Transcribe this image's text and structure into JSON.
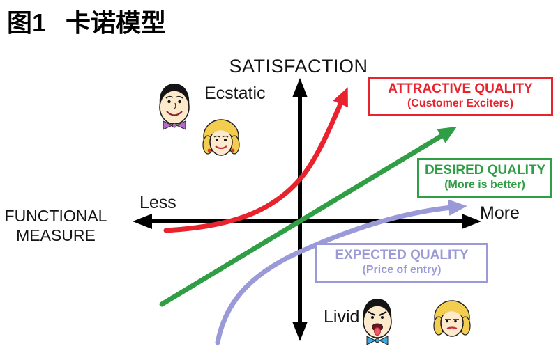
{
  "page": {
    "figure_label": "图1",
    "figure_title": "卡诺模型"
  },
  "diagram": {
    "satisfaction_axis": "SATISFACTION",
    "functional_axis_line1": "FUNCTIONAL",
    "functional_axis_line2": "MEASURE",
    "less": "Less",
    "more": "More",
    "ecstatic": "Ecstatic",
    "livid": "Livid",
    "axis_color": "#000000"
  },
  "curves": {
    "attractive": {
      "title": "ATTRACTIVE QUALITY",
      "subtitle": "(Customer Exciters)",
      "color": "#e8232e"
    },
    "desired": {
      "title": "DESIRED QUALITY",
      "subtitle": "(More is better)",
      "color": "#2f9e44"
    },
    "expected": {
      "title": "EXPECTED QUALITY",
      "subtitle": "(Price of entry)",
      "color": "#9a9ad8"
    }
  },
  "icons": {
    "ecstatic_faces": "happy-man-and-woman-cartoon-faces",
    "livid_faces": "angry-man-and-annoyed-woman-cartoon-faces"
  }
}
